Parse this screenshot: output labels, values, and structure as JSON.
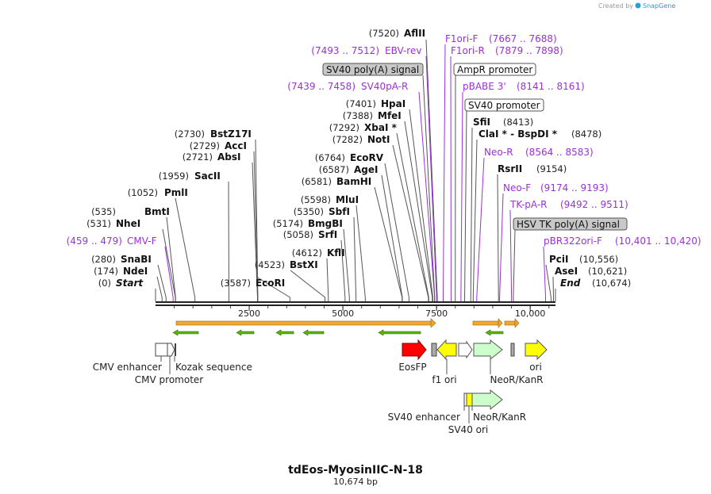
{
  "credit": {
    "prefix": "Created by",
    "brand": "SnapGene"
  },
  "map": {
    "name": "tdEos-MyosinIIC-N-18",
    "length_label": "10,674 bp",
    "length_bp": 10674,
    "ruler_ticks": [
      {
        "bp": 2500,
        "label": "2500"
      },
      {
        "bp": 5000,
        "label": "5000"
      },
      {
        "bp": 7500,
        "label": "7500"
      },
      {
        "bp": 10000,
        "label": "10,000"
      }
    ]
  },
  "sites": [
    {
      "id": "start",
      "pos_text": "(0)",
      "name": "Start",
      "italic": true,
      "bp": 0
    },
    {
      "id": "ndei",
      "pos_text": "(174)",
      "name": "NdeI",
      "bp": 174
    },
    {
      "id": "snabi",
      "pos_text": "(280)",
      "name": "SnaBI",
      "bp": 280
    },
    {
      "id": "nhei",
      "pos_text": "(531)",
      "name": "NheI",
      "bp": 531
    },
    {
      "id": "bmti",
      "pos_text": "(535)",
      "name": "BmtI",
      "bp": 535
    },
    {
      "id": "pmli",
      "pos_text": "(1052)",
      "name": "PmlI",
      "bp": 1052
    },
    {
      "id": "sacii",
      "pos_text": "(1959)",
      "name": "SacII",
      "bp": 1959
    },
    {
      "id": "absi",
      "pos_text": "(2721)",
      "name": "AbsI",
      "bp": 2721
    },
    {
      "id": "acci",
      "pos_text": "(2729)",
      "name": "AccI",
      "bp": 2729
    },
    {
      "id": "bstz17i",
      "pos_text": "(2730)",
      "name": "BstZ17I",
      "bp": 2730
    },
    {
      "id": "ecori",
      "pos_text": "(3587)",
      "name": "EcoRI",
      "bp": 3587
    },
    {
      "id": "bstxi",
      "pos_text": "(4523)",
      "name": "BstXI",
      "bp": 4523
    },
    {
      "id": "kfli",
      "pos_text": "(4612)",
      "name": "KflI",
      "bp": 4612
    },
    {
      "id": "srfi",
      "pos_text": "(5058)",
      "name": "SrfI",
      "bp": 5058
    },
    {
      "id": "bmgbi",
      "pos_text": "(5174)",
      "name": "BmgBI",
      "bp": 5174
    },
    {
      "id": "sbfi",
      "pos_text": "(5350)",
      "name": "SbfI",
      "bp": 5350
    },
    {
      "id": "mlui",
      "pos_text": "(5598)",
      "name": "MluI",
      "bp": 5598
    },
    {
      "id": "bamhi",
      "pos_text": "(6581)",
      "name": "BamHI",
      "bp": 6581
    },
    {
      "id": "agei",
      "pos_text": "(6587)",
      "name": "AgeI",
      "bp": 6587
    },
    {
      "id": "ecorv",
      "pos_text": "(6764)",
      "name": "EcoRV",
      "bp": 6764
    },
    {
      "id": "noti",
      "pos_text": "(7282)",
      "name": "NotI",
      "bp": 7282
    },
    {
      "id": "xbai",
      "pos_text": "(7292)",
      "name": "XbaI *",
      "bp": 7292
    },
    {
      "id": "mfei",
      "pos_text": "(7388)",
      "name": "MfeI",
      "bp": 7388
    },
    {
      "id": "hpai",
      "pos_text": "(7401)",
      "name": "HpaI",
      "bp": 7401
    },
    {
      "id": "aflii",
      "pos_text": "(7520)",
      "name": "AflII",
      "bp": 7520
    },
    {
      "id": "sfii",
      "pos_text": "(8413)",
      "name": "SfiI",
      "bp": 8413
    },
    {
      "id": "clai",
      "pos_text": "(8478)",
      "name": "ClaI * - BspDI *",
      "bp": 8478
    },
    {
      "id": "rsrii",
      "pos_text": "(9154)",
      "name": "RsrII",
      "bp": 9154
    },
    {
      "id": "pcii",
      "pos_text": "(10,556)",
      "name": "PciI",
      "bp": 10556
    },
    {
      "id": "asei",
      "pos_text": "(10,621)",
      "name": "AseI",
      "bp": 10621
    },
    {
      "id": "end",
      "pos_text": "(10,674)",
      "name": "End",
      "italic": true,
      "bp": 10674
    }
  ],
  "primers": [
    {
      "id": "cmv-f",
      "name": "CMV-F",
      "range": "(459 .. 479)",
      "bp": 469
    },
    {
      "id": "sv40pa-r",
      "name": "SV40pA-R",
      "range": "(7439 .. 7458)",
      "bp": 7448
    },
    {
      "id": "ebv-rev",
      "name": "EBV-rev",
      "range": "(7493 .. 7512)",
      "bp": 7502
    },
    {
      "id": "f1ori-f",
      "name": "F1ori-F",
      "range": "(7667 .. 7688)",
      "bp": 7677
    },
    {
      "id": "f1ori-r",
      "name": "F1ori-R",
      "range": "(7879 .. 7898)",
      "bp": 7888
    },
    {
      "id": "pbabe3",
      "name": "pBABE 3'",
      "range": "(8141 .. 8161)",
      "bp": 8151
    },
    {
      "id": "neo-r",
      "name": "Neo-R",
      "range": "(8564 .. 8583)",
      "bp": 8573
    },
    {
      "id": "neo-f",
      "name": "Neo-F",
      "range": "(9174 .. 9193)",
      "bp": 9183
    },
    {
      "id": "tk-pa-r",
      "name": "TK-pA-R",
      "range": "(9492 .. 9511)",
      "bp": 9501
    },
    {
      "id": "pbr322ori-f",
      "name": "pBR322ori-F",
      "range": "(10,401 .. 10,420)",
      "bp": 10410
    }
  ],
  "boxed_features": [
    {
      "id": "sv40-polya",
      "label": "SV40 poly(A) signal",
      "filled": true
    },
    {
      "id": "amp-promoter",
      "label": "AmpR promoter",
      "filled": false
    },
    {
      "id": "sv40-promoter",
      "label": "SV40 promoter",
      "filled": false
    },
    {
      "id": "hsv-tk-polya",
      "label": "HSV TK poly(A) signal",
      "filled": true
    }
  ],
  "features": [
    {
      "id": "cmv-enhancer",
      "label": "CMV enhancer"
    },
    {
      "id": "cmv-promoter",
      "label": "CMV promoter"
    },
    {
      "id": "kozak",
      "label": "Kozak sequence"
    },
    {
      "id": "eosfp",
      "label": "EosFP",
      "color": "#ff0000"
    },
    {
      "id": "f1-ori",
      "label": "f1 ori",
      "color": "#ffff00"
    },
    {
      "id": "neor-kanr",
      "label": "NeoR/KanR",
      "color": "#ccffcc"
    },
    {
      "id": "ori",
      "label": "ori",
      "color": "#ffff00"
    },
    {
      "id": "sv40-enhancer",
      "label": "SV40 enhancer"
    },
    {
      "id": "neor-kanr-2",
      "label": "NeoR/KanR",
      "color": "#ccffcc"
    },
    {
      "id": "sv40-ori",
      "label": "SV40 ori",
      "color": "#ffff00"
    }
  ],
  "colors": {
    "primer": "#9b30d9",
    "orf": "#f0a830",
    "green_arrow": "#5ab400",
    "backbone": "#222222"
  }
}
